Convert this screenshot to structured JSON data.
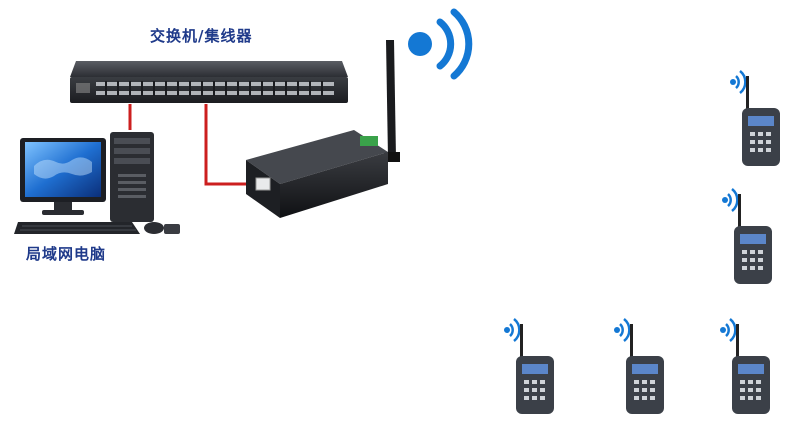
{
  "labels": {
    "switch": "交换机/集线器",
    "pc": "局域网电脑"
  },
  "colors": {
    "label_blue": "#1f3a8a",
    "cable_red": "#cc1f1f",
    "wifi_blue": "#1478d4",
    "device_body": "#3b4048",
    "screen_blue": "#5b86c9"
  },
  "icons": [
    "switch-icon",
    "computer-icon",
    "gateway-icon",
    "antenna-icon",
    "wifi-signal-icon",
    "terminal-icon"
  ],
  "terminals": [
    {
      "id": "t1"
    },
    {
      "id": "t2"
    },
    {
      "id": "t3"
    },
    {
      "id": "t4"
    },
    {
      "id": "t5"
    }
  ]
}
